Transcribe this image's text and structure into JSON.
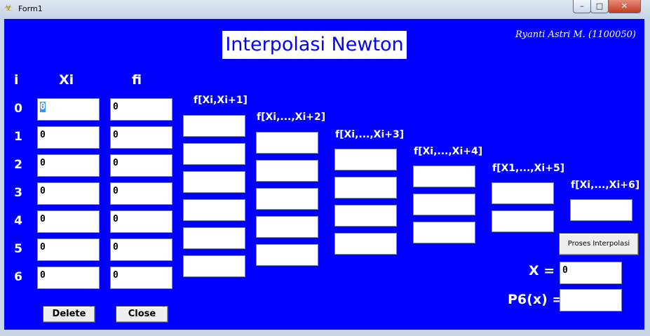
{
  "window": {
    "title": "Form1",
    "app_icon": "☣",
    "minimize": "–",
    "maximize": "□",
    "close": "✕"
  },
  "header": {
    "title": "Interpolasi Newton",
    "author": "Ryanti Astri M. (1100050)"
  },
  "labels": {
    "i": "i",
    "xi": "Xi",
    "fi": "fi"
  },
  "indices": [
    "0",
    "1",
    "2",
    "3",
    "4",
    "5",
    "6"
  ],
  "xi_values": [
    "0",
    "0",
    "0",
    "0",
    "0",
    "0",
    "0"
  ],
  "fi_values": [
    "0",
    "0",
    "0",
    "0",
    "0",
    "0",
    "0"
  ],
  "diff_headers": [
    "f[Xi,Xi+1]",
    "f[Xi,...,Xi+2]",
    "f[Xi,...,Xi+3]",
    "f[Xi,...,Xi+4]",
    "f[X1,...,Xi+5]",
    "f[Xi,...,Xi+6]"
  ],
  "diff_values": [
    [
      "",
      "",
      "",
      "",
      "",
      ""
    ],
    [
      "",
      "",
      "",
      "",
      ""
    ],
    [
      "",
      "",
      "",
      ""
    ],
    [
      "",
      "",
      ""
    ],
    [
      "",
      ""
    ],
    [
      ""
    ]
  ],
  "buttons": {
    "proses": "Proses Interpolasi",
    "delete": "Delete",
    "close": "Close"
  },
  "x_label": "X  =",
  "x_value": "0",
  "p6_label": "P6(x)  =",
  "p6_value": ""
}
